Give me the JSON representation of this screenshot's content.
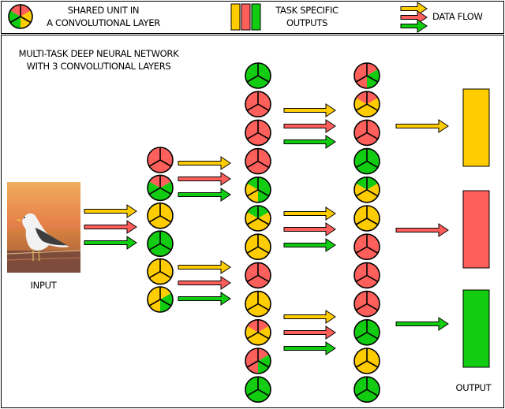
{
  "legend": {
    "shared_unit_line1": "SHARED UNIT IN",
    "shared_unit_line2": "A CONVOLUTIONAL LAYER",
    "task_outputs_line1": "TASK SPECIFIC",
    "task_outputs_line2": "OUTPUTS",
    "data_flow": "DATA FLOW"
  },
  "title_line1": "MULTI-TASK DEEP NEURAL NETWORK",
  "title_line2": "WITH 3 CONVOLUTIONAL LAYERS",
  "input_label": "INPUT",
  "output_label": "OUTPUT",
  "colors": {
    "yellow": "#ffcc00",
    "red": "#ff5f5b",
    "green": "#11cc11",
    "outline": "#000000"
  },
  "legend_unit_colors": [
    "red",
    "yellow",
    "green"
  ],
  "task_order": [
    "yellow",
    "red",
    "green"
  ],
  "layers": [
    {
      "name": "layer-1",
      "units": [
        [
          "red",
          "red",
          "red"
        ],
        [
          "red",
          "green",
          "green"
        ],
        [
          "yellow",
          "yellow",
          "yellow"
        ],
        [
          "green",
          "green",
          "green"
        ],
        [
          "yellow",
          "yellow",
          "yellow"
        ],
        [
          "yellow",
          "green",
          "yellow"
        ]
      ]
    },
    {
      "name": "layer-2",
      "units": [
        [
          "green",
          "green",
          "green"
        ],
        [
          "red",
          "red",
          "red"
        ],
        [
          "red",
          "red",
          "red"
        ],
        [
          "red",
          "red",
          "red"
        ],
        [
          "green",
          "green",
          "yellow"
        ],
        [
          "green",
          "yellow",
          "yellow"
        ],
        [
          "yellow",
          "yellow",
          "yellow"
        ],
        [
          "red",
          "red",
          "red"
        ],
        [
          "yellow",
          "yellow",
          "yellow"
        ],
        [
          "red",
          "yellow",
          "yellow"
        ],
        [
          "red",
          "green",
          "red"
        ],
        [
          "green",
          "green",
          "green"
        ]
      ]
    },
    {
      "name": "layer-3",
      "units": [
        [
          "red",
          "green",
          "red"
        ],
        [
          "red",
          "yellow",
          "yellow"
        ],
        [
          "red",
          "red",
          "red"
        ],
        [
          "green",
          "green",
          "green"
        ],
        [
          "green",
          "yellow",
          "yellow"
        ],
        [
          "yellow",
          "yellow",
          "yellow"
        ],
        [
          "red",
          "red",
          "red"
        ],
        [
          "red",
          "red",
          "red"
        ],
        [
          "red",
          "red",
          "red"
        ],
        [
          "green",
          "green",
          "green"
        ],
        [
          "yellow",
          "yellow",
          "yellow"
        ],
        [
          "green",
          "green",
          "green"
        ]
      ]
    }
  ],
  "outputs": [
    "yellow",
    "red",
    "green"
  ]
}
